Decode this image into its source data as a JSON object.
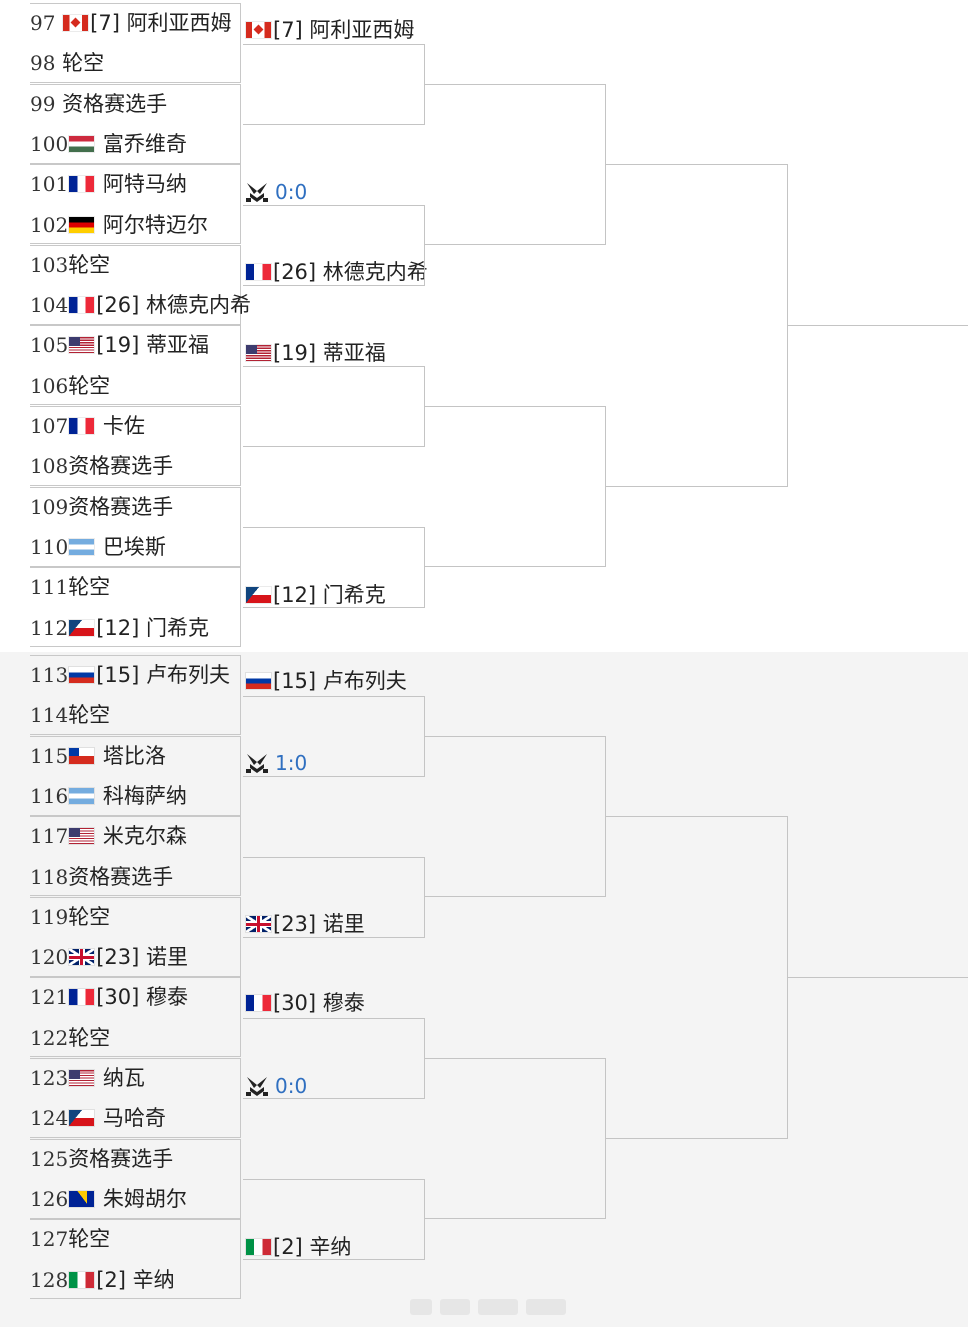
{
  "first_round": [
    {
      "num": "97",
      "flag": "can",
      "name": "[7] 阿利亚西姆"
    },
    {
      "num": "98",
      "flag": "",
      "name": "轮空"
    },
    {
      "num": "99",
      "flag": "",
      "name": "资格赛选手"
    },
    {
      "num": "100",
      "flag": "hun",
      "name": "富乔维奇"
    },
    {
      "num": "101",
      "flag": "fra",
      "name": "阿特马纳"
    },
    {
      "num": "102",
      "flag": "ger",
      "name": "阿尔特迈尔"
    },
    {
      "num": "103",
      "flag": "",
      "name": "轮空"
    },
    {
      "num": "104",
      "flag": "fra",
      "name": "[26] 林德克内希"
    },
    {
      "num": "105",
      "flag": "usa",
      "name": "[19] 蒂亚福"
    },
    {
      "num": "106",
      "flag": "",
      "name": "轮空"
    },
    {
      "num": "107",
      "flag": "fra",
      "name": "卡佐"
    },
    {
      "num": "108",
      "flag": "",
      "name": "资格赛选手"
    },
    {
      "num": "109",
      "flag": "",
      "name": "资格赛选手"
    },
    {
      "num": "110",
      "flag": "arg",
      "name": "巴埃斯"
    },
    {
      "num": "111",
      "flag": "",
      "name": "轮空"
    },
    {
      "num": "112",
      "flag": "cze",
      "name": "[12] 门希克"
    },
    {
      "num": "113",
      "flag": "rus",
      "name": "[15] 卢布列夫"
    },
    {
      "num": "114",
      "flag": "",
      "name": "轮空"
    },
    {
      "num": "115",
      "flag": "chi",
      "name": "塔比洛"
    },
    {
      "num": "116",
      "flag": "arg",
      "name": "科梅萨纳"
    },
    {
      "num": "117",
      "flag": "usa",
      "name": "米克尔森"
    },
    {
      "num": "118",
      "flag": "",
      "name": "资格赛选手"
    },
    {
      "num": "119",
      "flag": "",
      "name": "轮空"
    },
    {
      "num": "120",
      "flag": "gbr",
      "name": "[23] 诺里"
    },
    {
      "num": "121",
      "flag": "fra",
      "name": "[30] 穆泰"
    },
    {
      "num": "122",
      "flag": "",
      "name": "轮空"
    },
    {
      "num": "123",
      "flag": "usa",
      "name": "纳瓦"
    },
    {
      "num": "124",
      "flag": "cze",
      "name": "马哈奇"
    },
    {
      "num": "125",
      "flag": "",
      "name": "资格赛选手"
    },
    {
      "num": "126",
      "flag": "bih",
      "name": "朱姆胡尔"
    },
    {
      "num": "127",
      "flag": "",
      "name": "轮空"
    },
    {
      "num": "128",
      "flag": "ita",
      "name": "[2] 辛纳"
    }
  ],
  "second_round": [
    {
      "type": "player",
      "flag": "can",
      "name": "[7] 阿利亚西姆"
    },
    {
      "type": "score",
      "icon": "crossed-swords-icon",
      "score": "0:0"
    },
    {
      "type": "player",
      "flag": "fra",
      "name": "[26] 林德克内希"
    },
    {
      "type": "player",
      "flag": "usa",
      "name": "[19] 蒂亚福"
    },
    {
      "type": "player",
      "flag": "cze",
      "name": "[12] 门希克"
    },
    {
      "type": "player",
      "flag": "rus",
      "name": "[15] 卢布列夫"
    },
    {
      "type": "score",
      "icon": "crossed-swords-icon",
      "score": "1:0"
    },
    {
      "type": "player",
      "flag": "gbr",
      "name": "[23] 诺里"
    },
    {
      "type": "player",
      "flag": "fra",
      "name": "[30] 穆泰"
    },
    {
      "type": "score",
      "icon": "crossed-swords-icon",
      "score": "0:0"
    },
    {
      "type": "player",
      "flag": "ita",
      "name": "[2] 辛纳"
    }
  ]
}
